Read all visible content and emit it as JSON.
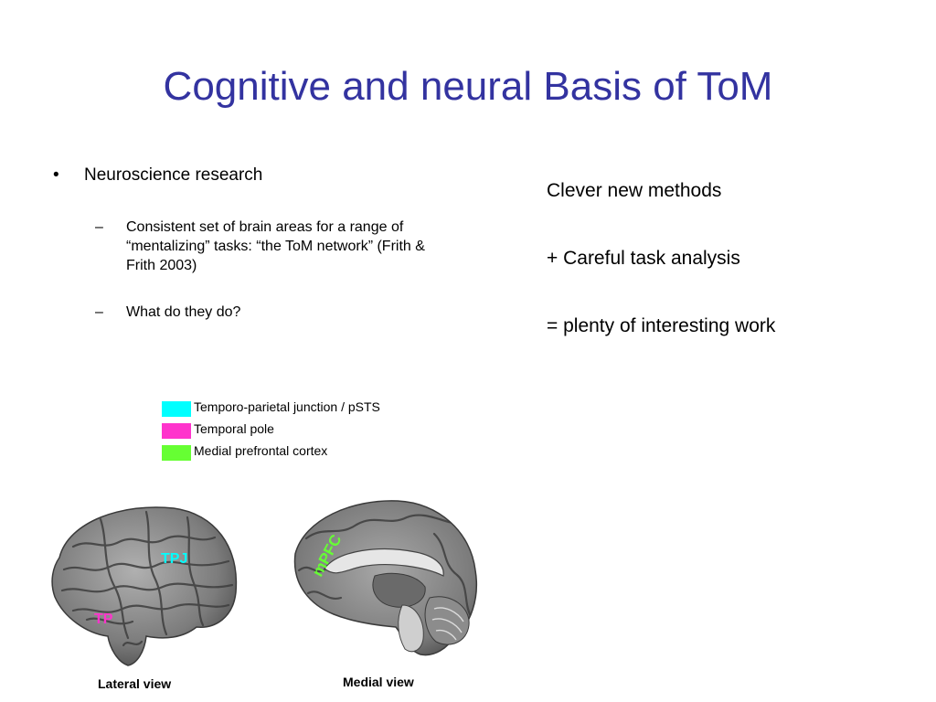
{
  "slide": {
    "title": "Cognitive and neural Basis of ToM",
    "bullet_marker": "•",
    "sub_marker": "–",
    "bullet": "Neuroscience research",
    "sub_bullets": [
      "Consistent set of brain areas for a range of “mentalizing” tasks: “the ToM network” (Frith & Frith 2003)",
      "What do they do?"
    ]
  },
  "right_column": {
    "lines": [
      "Clever new methods",
      "+ Careful task analysis",
      "= plenty of interesting work"
    ]
  },
  "legend": {
    "items": [
      {
        "label": "Temporo-parietal junction / pSTS",
        "color": "#00ffff"
      },
      {
        "label": "Temporal pole",
        "color": "#ff33cc"
      },
      {
        "label": "Medial prefrontal cortex",
        "color": "#66ff33"
      }
    ]
  },
  "figures": {
    "lateral": {
      "caption": "Lateral view",
      "labels": {
        "tpj": "TPJ",
        "tp": "TP"
      }
    },
    "medial": {
      "caption": "Medial view",
      "labels": {
        "mpfc": "mPFC"
      }
    }
  },
  "colors": {
    "title": "#3333a0",
    "tpj": "#00ffff",
    "tp": "#ff33cc",
    "mpfc": "#66ff33",
    "brain": "#8a8a8a"
  }
}
